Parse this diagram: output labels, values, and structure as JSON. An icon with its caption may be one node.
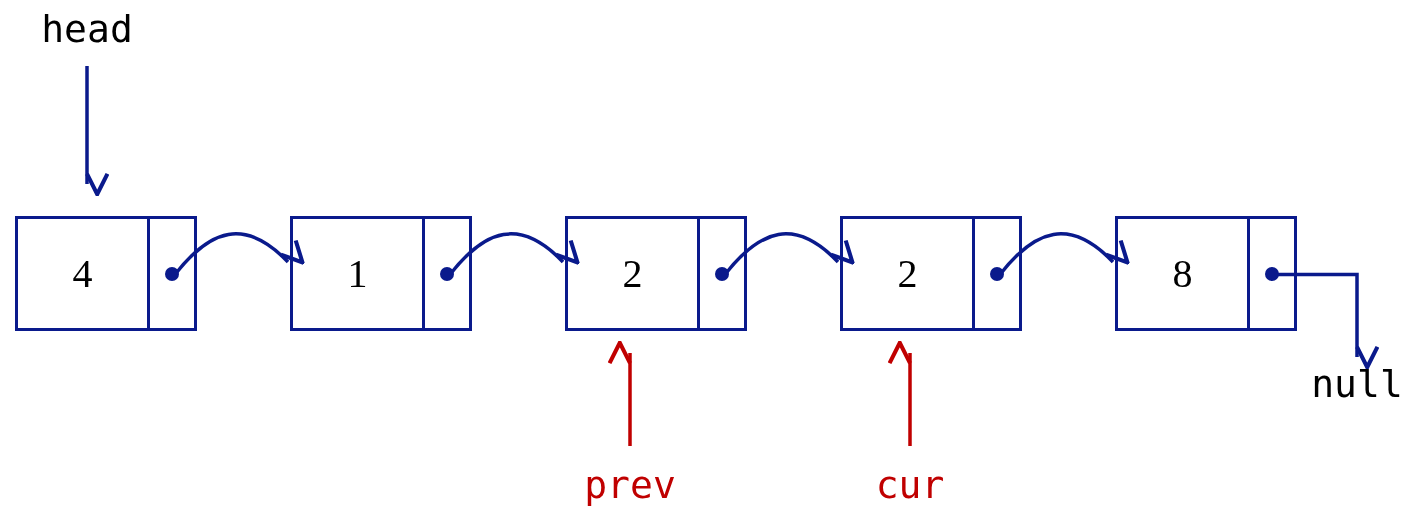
{
  "diagram": {
    "nodes": [
      {
        "text": [
          "head"
        ]
      },
      {
        "text": [
          "4"
        ]
      },
      {
        "text": [
          "1"
        ]
      },
      {
        "text": [
          "2"
        ]
      },
      {
        "text": [
          "2"
        ]
      },
      {
        "text": [
          "8"
        ]
      },
      {
        "text": [
          "null"
        ]
      },
      {
        "text": [
          "prev"
        ]
      },
      {
        "text": [
          "cur"
        ]
      }
    ],
    "edges": [
      {
        "from": 0,
        "to": 1,
        "arrow": "to"
      },
      {
        "from": 1,
        "to": 2,
        "arrow": "to"
      },
      {
        "from": 2,
        "to": 3,
        "arrow": "to"
      },
      {
        "from": 3,
        "to": 4,
        "arrow": "to"
      },
      {
        "from": 4,
        "to": 5,
        "arrow": "to"
      },
      {
        "from": 5,
        "to": 6,
        "arrow": "to"
      },
      {
        "from": 7,
        "to": 3,
        "arrow": "to",
        "color": "#c00000"
      },
      {
        "from": 8,
        "to": 4,
        "arrow": "to",
        "color": "#c00000"
      }
    ]
  }
}
